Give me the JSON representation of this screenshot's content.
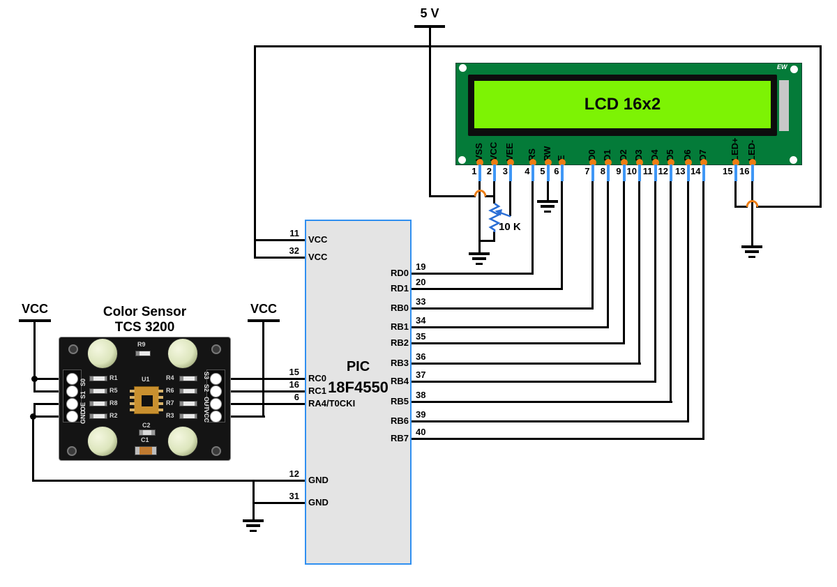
{
  "supply": {
    "label": "5 V"
  },
  "rails": {
    "vcc_left": "VCC",
    "vcc_right": "VCC"
  },
  "potentiometer": {
    "value": "10 K"
  },
  "lcd": {
    "title": "LCD 16x2",
    "badge": "EW",
    "pins": [
      {
        "num": "1",
        "name": "VSS"
      },
      {
        "num": "2",
        "name": "VCC"
      },
      {
        "num": "3",
        "name": "VEE"
      },
      {
        "num": "4",
        "name": "RS"
      },
      {
        "num": "5",
        "name": "RW"
      },
      {
        "num": "6",
        "name": "E"
      },
      {
        "num": "7",
        "name": "D0"
      },
      {
        "num": "8",
        "name": "D1"
      },
      {
        "num": "9",
        "name": "D2"
      },
      {
        "num": "10",
        "name": "D3"
      },
      {
        "num": "11",
        "name": "D4"
      },
      {
        "num": "12",
        "name": "D5"
      },
      {
        "num": "13",
        "name": "D6"
      },
      {
        "num": "14",
        "name": "D7"
      },
      {
        "num": "15",
        "name": "LED+"
      },
      {
        "num": "16",
        "name": "LED-"
      }
    ]
  },
  "pic": {
    "title_line1": "PIC",
    "title_line2": "18F4550",
    "left_pins": [
      {
        "num": "11",
        "label": "VCC"
      },
      {
        "num": "32",
        "label": "VCC"
      },
      {
        "num": "15",
        "label": "RC0"
      },
      {
        "num": "16",
        "label": "RC1"
      },
      {
        "num": "6",
        "label": "RA4/T0CKI"
      },
      {
        "num": "12",
        "label": "GND"
      },
      {
        "num": "31",
        "label": "GND"
      }
    ],
    "right_pins": [
      {
        "num": "19",
        "label": "RD0"
      },
      {
        "num": "20",
        "label": "RD1"
      },
      {
        "num": "33",
        "label": "RB0"
      },
      {
        "num": "34",
        "label": "RB1"
      },
      {
        "num": "35",
        "label": "RB2"
      },
      {
        "num": "36",
        "label": "RB3"
      },
      {
        "num": "37",
        "label": "RB4"
      },
      {
        "num": "38",
        "label": "RB5"
      },
      {
        "num": "39",
        "label": "RB6"
      },
      {
        "num": "40",
        "label": "RB7"
      }
    ]
  },
  "sensor": {
    "title_line1": "Color Sensor",
    "title_line2": "TCS 3200",
    "left_pins": [
      "S0",
      "S1",
      "OE",
      "GND"
    ],
    "right_pins": [
      "S3",
      "S2",
      "OUT",
      "VCC"
    ],
    "refs": {
      "r9": "R9",
      "u1": "U1",
      "r1": "R1",
      "r5": "R5",
      "r8": "R8",
      "r2": "R2",
      "r4": "R4",
      "r6": "R6",
      "r7": "R7",
      "r3": "R3",
      "c2": "C2",
      "c1": "C1"
    }
  },
  "colors": {
    "wire": "#000000",
    "pin_dot": "#ED7D14",
    "pin_stub": "#3F97F6",
    "hop_arc": "#ED7D14",
    "pic_border": "#2F8FF0",
    "pic_fill": "#E4E4E4",
    "lcd_board": "#047B39",
    "lcd_screen": "#7DF304",
    "pot": "#2B6FD6"
  }
}
